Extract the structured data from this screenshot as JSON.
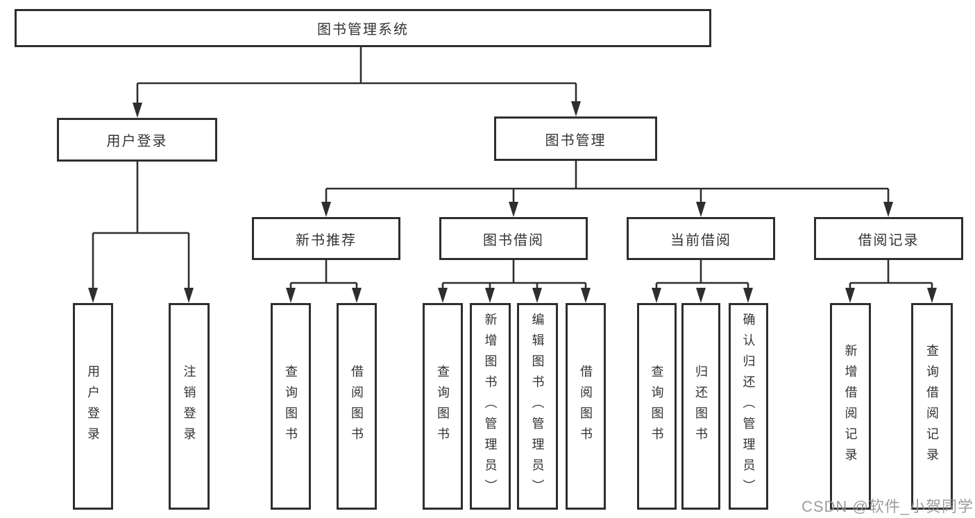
{
  "tree": {
    "label": "图书管理系统",
    "children": [
      {
        "label": "用户登录",
        "children": [
          {
            "label": "用户登录"
          },
          {
            "label": "注销登录"
          }
        ]
      },
      {
        "label": "图书管理",
        "children": [
          {
            "label": "新书推荐",
            "children": [
              {
                "label": "查询图书"
              },
              {
                "label": "借阅图书"
              }
            ]
          },
          {
            "label": "图书借阅",
            "children": [
              {
                "label": "查询图书"
              },
              {
                "label": "新增图书（管理员）"
              },
              {
                "label": "编辑图书（管理员）"
              },
              {
                "label": "借阅图书"
              }
            ]
          },
          {
            "label": "当前借阅",
            "children": [
              {
                "label": "查询图书"
              },
              {
                "label": "归还图书"
              },
              {
                "label": "确认归还（管理员）"
              }
            ]
          },
          {
            "label": "借阅记录",
            "children": [
              {
                "label": "新增借阅记录"
              },
              {
                "label": "查询借阅记录"
              }
            ]
          }
        ]
      }
    ]
  },
  "watermark": {
    "text": "CSDN @软件_小贺同学"
  },
  "colors": {
    "line": "#2e2e2e",
    "text": "#333333",
    "watermark": "#949494",
    "background": "#ffffff"
  }
}
